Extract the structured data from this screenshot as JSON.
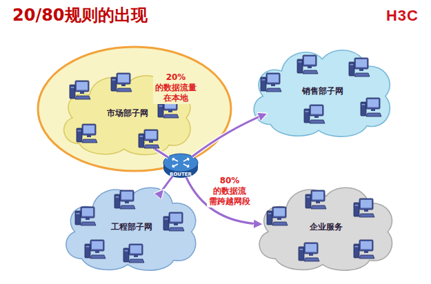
{
  "diagram": {
    "title": "20/80规则的出现",
    "nodes": [
      {
        "text": [
          "市场部子网"
        ]
      },
      {
        "text": [
          "销售部子网"
        ]
      },
      {
        "text": [
          "ROUTER"
        ]
      },
      {
        "text": [
          "工程部子网"
        ]
      },
      {
        "text": [
          "企业服务"
        ]
      }
    ],
    "edges": [
      {
        "from": 0,
        "to": 2,
        "arrow": "none"
      },
      {
        "from": 2,
        "to": 1,
        "arrow": "to"
      },
      {
        "from": 2,
        "to": 3,
        "arrow": "to"
      },
      {
        "from": 2,
        "to": 4,
        "arrow": "to"
      }
    ],
    "labels": [
      "H3C",
      "20%的数据流量 在本地",
      "80%的数据流 需跨越网段"
    ]
  }
}
